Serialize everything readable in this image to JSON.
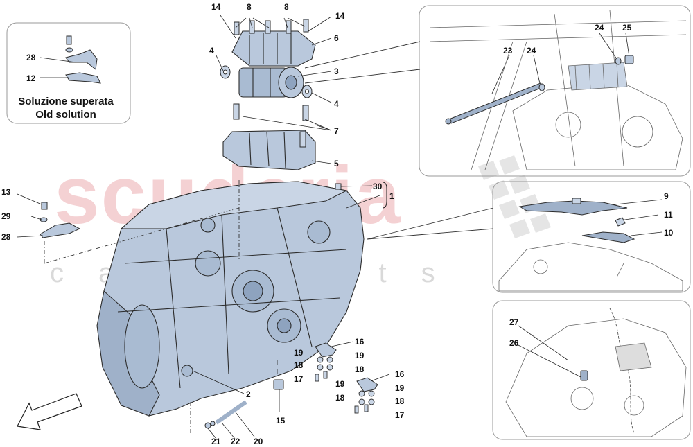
{
  "watermark": {
    "brand": "scuderia",
    "sub": "car parts",
    "color": "#f3c9cc"
  },
  "inset_old_solution": {
    "title_it": "Soluzione superata",
    "title_en": "Old solution"
  },
  "callouts": {
    "c1": "1",
    "c2": "2",
    "c3": "3",
    "c4a": "4",
    "c4b": "4",
    "c5": "5",
    "c6": "6",
    "c7": "7",
    "c8a": "8",
    "c8b": "8",
    "c9": "9",
    "c10": "10",
    "c11": "11",
    "c12": "12",
    "c13": "13",
    "c14a": "14",
    "c14b": "14",
    "c15": "15",
    "c16a": "16",
    "c16b": "16",
    "c17a": "17",
    "c17b": "17",
    "c18a": "18",
    "c18b": "18",
    "c18c": "18",
    "c18d": "18",
    "c19a": "19",
    "c19b": "19",
    "c19c": "19",
    "c19d": "19",
    "c20": "20",
    "c21": "21",
    "c22": "22",
    "c23": "23",
    "c24a": "24",
    "c24b": "24",
    "c25": "25",
    "c26": "26",
    "c27": "27",
    "c28a": "28",
    "c28b": "28",
    "c29": "29",
    "c30": "30"
  },
  "colors": {
    "part_fill": "#b9c8dc",
    "part_dark": "#7f93ad",
    "line": "#222222",
    "frame": "#9a9a9a"
  }
}
